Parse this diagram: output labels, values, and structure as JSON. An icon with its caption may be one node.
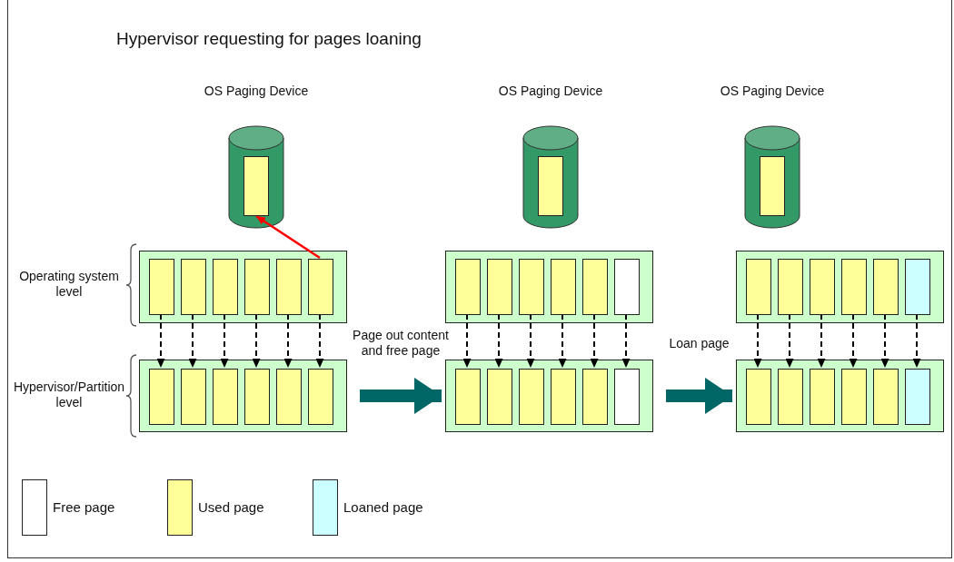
{
  "diagram": {
    "title": "Hypervisor requesting for pages loaning",
    "nodes": [
      {
        "text": [
          "OS Paging Device"
        ]
      },
      {
        "text": [],
        "shape": "box",
        "in": 0
      },
      {
        "text": [],
        "shape": "box"
      },
      {
        "text": [],
        "shape": "box",
        "in": 2
      },
      {
        "text": [],
        "shape": "box",
        "in": 2
      },
      {
        "text": [],
        "shape": "box",
        "in": 2
      },
      {
        "text": [],
        "shape": "box",
        "in": 2
      },
      {
        "text": [],
        "shape": "box",
        "in": 2
      },
      {
        "text": [],
        "shape": "box",
        "in": 2
      },
      {
        "text": [],
        "shape": "box"
      },
      {
        "text": [],
        "shape": "box",
        "in": 9
      },
      {
        "text": [],
        "shape": "box",
        "in": 9
      },
      {
        "text": [],
        "shape": "box",
        "in": 9
      },
      {
        "text": [],
        "shape": "box",
        "in": 9
      },
      {
        "text": [],
        "shape": "box",
        "in": 9
      },
      {
        "text": [],
        "shape": "box",
        "in": 9
      },
      {
        "text": [
          "OS Paging Device"
        ]
      },
      {
        "text": [],
        "shape": "box",
        "in": 16
      },
      {
        "text": [],
        "shape": "box"
      },
      {
        "text": [],
        "shape": "box",
        "in": 18
      },
      {
        "text": [],
        "shape": "box",
        "in": 18
      },
      {
        "text": [],
        "shape": "box",
        "in": 18
      },
      {
        "text": [],
        "shape": "box",
        "in": 18
      },
      {
        "text": [],
        "shape": "box",
        "in": 18
      },
      {
        "text": [],
        "shape": "box",
        "in": 18
      },
      {
        "text": [],
        "shape": "box"
      },
      {
        "text": [],
        "shape": "box",
        "in": 25
      },
      {
        "text": [],
        "shape": "box",
        "in": 25
      },
      {
        "text": [],
        "shape": "box",
        "in": 25
      },
      {
        "text": [],
        "shape": "box",
        "in": 25
      },
      {
        "text": [],
        "shape": "box",
        "in": 25
      },
      {
        "text": [],
        "shape": "box",
        "in": 25
      },
      {
        "text": [
          "OS Paging Device"
        ]
      },
      {
        "text": [],
        "shape": "box",
        "in": 32
      },
      {
        "text": [],
        "shape": "box"
      },
      {
        "text": [],
        "shape": "box",
        "in": 34
      },
      {
        "text": [],
        "shape": "box",
        "in": 34
      },
      {
        "text": [],
        "shape": "box",
        "in": 34
      },
      {
        "text": [],
        "shape": "box",
        "in": 34
      },
      {
        "text": [],
        "shape": "box",
        "in": 34
      },
      {
        "text": [],
        "shape": "box",
        "in": 34
      },
      {
        "text": [],
        "shape": "box"
      },
      {
        "text": [],
        "shape": "box",
        "in": 41
      },
      {
        "text": [],
        "shape": "box",
        "in": 41
      },
      {
        "text": [],
        "shape": "box",
        "in": 41
      },
      {
        "text": [],
        "shape": "box",
        "in": 41
      },
      {
        "text": [],
        "shape": "box",
        "in": 41
      },
      {
        "text": [],
        "shape": "box",
        "in": 41
      }
    ],
    "edges": [
      {
        "from": 8,
        "to": 1,
        "arrow": "to",
        "color": "#ff0000"
      },
      {
        "from": 3,
        "to": 10,
        "arrow": "to",
        "style": "dashed"
      },
      {
        "from": 4,
        "to": 11,
        "arrow": "to",
        "style": "dashed"
      },
      {
        "from": 5,
        "to": 12,
        "arrow": "to",
        "style": "dashed"
      },
      {
        "from": 6,
        "to": 13,
        "arrow": "to",
        "style": "dashed"
      },
      {
        "from": 7,
        "to": 14,
        "arrow": "to",
        "style": "dashed"
      },
      {
        "from": 8,
        "to": 15,
        "arrow": "to",
        "style": "dashed"
      },
      {
        "from": 19,
        "to": 26,
        "arrow": "to",
        "style": "dashed"
      },
      {
        "from": 20,
        "to": 27,
        "arrow": "to",
        "style": "dashed"
      },
      {
        "from": 21,
        "to": 28,
        "arrow": "to",
        "style": "dashed"
      },
      {
        "from": 22,
        "to": 29,
        "arrow": "to",
        "style": "dashed"
      },
      {
        "from": 23,
        "to": 30,
        "arrow": "to",
        "style": "dashed"
      },
      {
        "from": 24,
        "to": 31,
        "arrow": "to",
        "style": "dashed"
      },
      {
        "from": 35,
        "to": 42,
        "arrow": "to",
        "style": "dashed"
      },
      {
        "from": 36,
        "to": 43,
        "arrow": "to",
        "style": "dashed"
      },
      {
        "from": 37,
        "to": 44,
        "arrow": "to",
        "style": "dashed"
      },
      {
        "from": 38,
        "to": 45,
        "arrow": "to",
        "style": "dashed"
      },
      {
        "from": 39,
        "to": 46,
        "arrow": "to",
        "style": "dashed"
      },
      {
        "from": 40,
        "to": 47,
        "arrow": "to",
        "style": "dashed"
      },
      {
        "from": 9,
        "to": 25,
        "arrow": "to",
        "label": "Page out content and free page",
        "style": "thick",
        "color": "#006666"
      },
      {
        "from": 25,
        "to": 41,
        "arrow": "to",
        "label": "Loan page",
        "style": "thick",
        "color": "#006666"
      }
    ],
    "labels": [
      "Operating system level",
      "Hypervisor/Partition level"
    ],
    "legend": [
      {
        "text": "Free page",
        "color": "#ffffff"
      },
      {
        "text": "Used page",
        "color": "#ffff99"
      },
      {
        "text": "Loaned page",
        "color": "#ccffff"
      }
    ]
  }
}
